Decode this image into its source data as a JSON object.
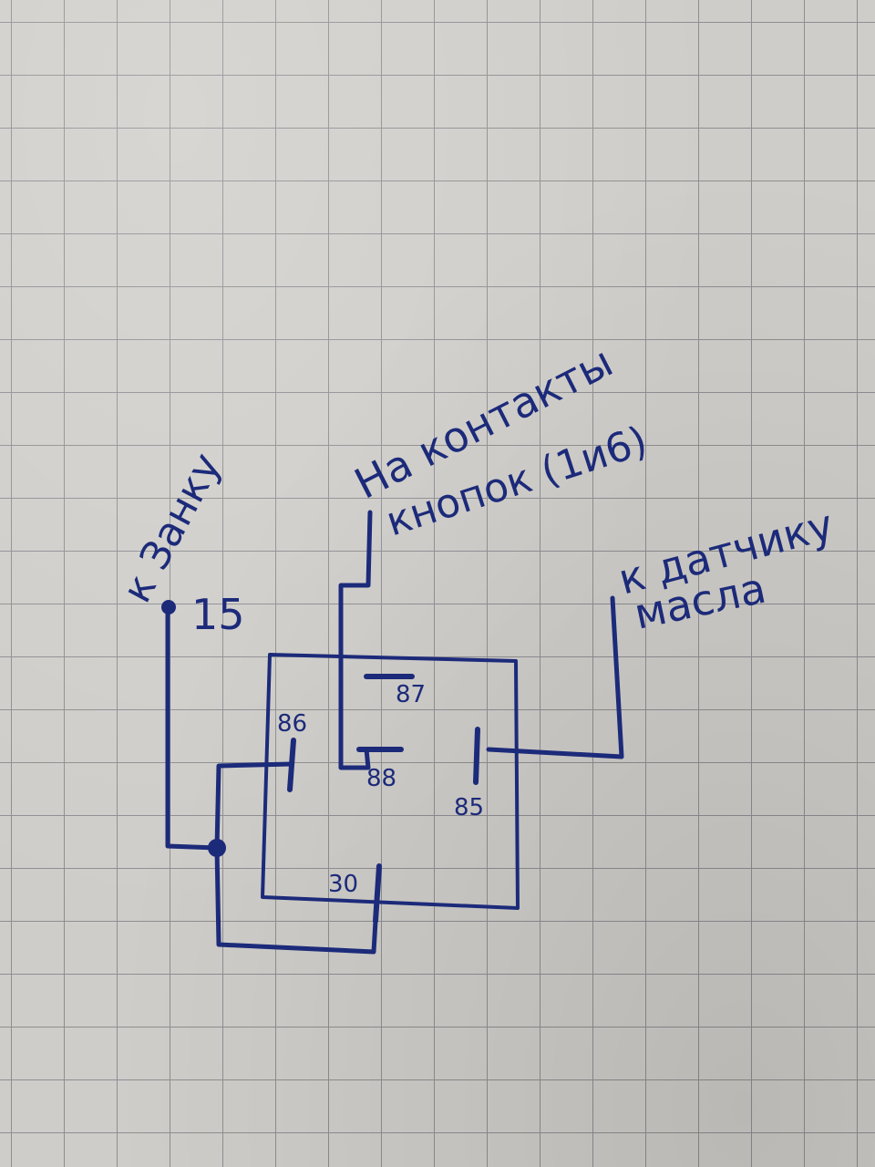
{
  "labels": {
    "zamku": "к Занку",
    "terminal_15": "15",
    "na_kontakty": "На контакты",
    "knopok": "кнопок (1и6)",
    "k_datchiku": "к датчику",
    "masla": "масла"
  },
  "pins": {
    "p86": "86",
    "p87": "87",
    "p88": "88",
    "p85": "85",
    "p30": "30"
  },
  "colors": {
    "ink": "#1c2a7a",
    "paper": "#cfcdc9",
    "grid": "#8e8e92"
  }
}
